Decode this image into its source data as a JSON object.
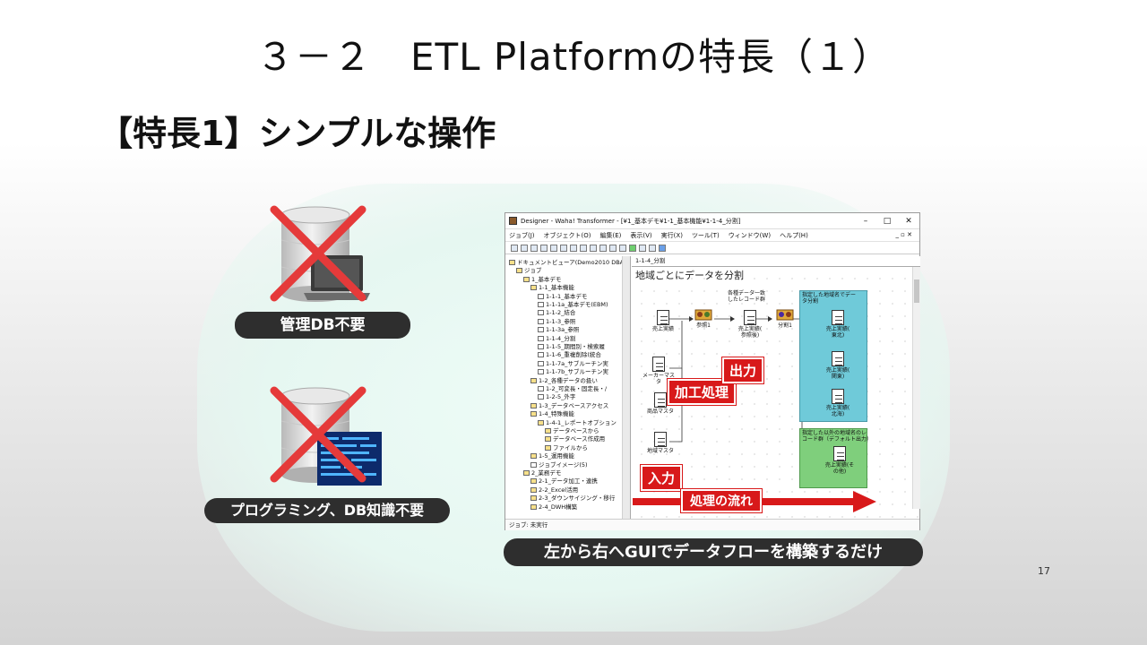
{
  "slide": {
    "title": "３－２　ETL Platformの特長（１）",
    "subtitle": "【特長1】シンプルな操作",
    "page_number": "17"
  },
  "features": [
    {
      "label": "管理DB不要"
    },
    {
      "label": "プログラミング、DB知識不要"
    }
  ],
  "screenshot_caption": "左から右へGUIでデータフローを構築するだけ",
  "app": {
    "window_title": "Designer - Waha! Transformer - [¥1_基本デモ¥1-1_基本機能¥1-1-4_分割]",
    "menu": [
      "ジョブ(J)",
      "オブジェクト(O)",
      "編集(E)",
      "表示(V)",
      "実行(X)",
      "ツール(T)",
      "ウィンドウ(W)",
      "ヘルプ(H)"
    ],
    "tree": [
      {
        "label": "ドキュメントビューア(Demo2010 DBA)",
        "level": 0,
        "type": "folder"
      },
      {
        "label": "ジョブ",
        "level": 1,
        "type": "folder"
      },
      {
        "label": "1_基本デモ",
        "level": 2,
        "type": "folder"
      },
      {
        "label": "1-1_基本機能",
        "level": 3,
        "type": "folder"
      },
      {
        "label": "1-1-1_基本デモ",
        "level": 4,
        "type": "doc"
      },
      {
        "label": "1-1-1a_基本デモ(EBM)",
        "level": 4,
        "type": "doc"
      },
      {
        "label": "1-1-2_結合",
        "level": 4,
        "type": "doc"
      },
      {
        "label": "1-1-3_参照",
        "level": 4,
        "type": "doc"
      },
      {
        "label": "1-1-3a_参照",
        "level": 4,
        "type": "doc"
      },
      {
        "label": "1-1-4_分割",
        "level": 4,
        "type": "doc"
      },
      {
        "label": "1-1-5_期間別・検索履",
        "level": 4,
        "type": "doc"
      },
      {
        "label": "1-1-6_重複削除(統合",
        "level": 4,
        "type": "doc"
      },
      {
        "label": "1-1-7a_サブルーチン実",
        "level": 4,
        "type": "doc"
      },
      {
        "label": "1-1-7b_サブルーチン実",
        "level": 4,
        "type": "doc"
      },
      {
        "label": "1-2_各種データの扱い",
        "level": 3,
        "type": "folder"
      },
      {
        "label": "1-2_可変長・固定長・/",
        "level": 4,
        "type": "doc"
      },
      {
        "label": "1-2-5_外字",
        "level": 4,
        "type": "doc"
      },
      {
        "label": "1-3_データベースアクセス",
        "level": 3,
        "type": "folder"
      },
      {
        "label": "1-4_特殊機能",
        "level": 3,
        "type": "folder"
      },
      {
        "label": "1-4-1_レポートオプション",
        "level": 4,
        "type": "folder"
      },
      {
        "label": "データベースから",
        "level": 5,
        "type": "folder"
      },
      {
        "label": "データベース作成用",
        "level": 5,
        "type": "folder"
      },
      {
        "label": "ファイルから",
        "level": 5,
        "type": "folder"
      },
      {
        "label": "1-5_運用機能",
        "level": 3,
        "type": "folder"
      },
      {
        "label": "ジョブイメージ(5)",
        "level": 3,
        "type": "doc"
      },
      {
        "label": "2_業務デモ",
        "level": 2,
        "type": "folder"
      },
      {
        "label": "2-1_データ加工・連携",
        "level": 3,
        "type": "folder"
      },
      {
        "label": "2-2_Excel活用",
        "level": 3,
        "type": "folder"
      },
      {
        "label": "2-3_ダウンサイジング・移行",
        "level": 3,
        "type": "folder"
      },
      {
        "label": "2-4_DWH構築",
        "level": 3,
        "type": "folder"
      }
    ],
    "canvas_tab": "1-1-4_分割",
    "canvas_heading": "地域ごとにデータを分割",
    "status": "ジョブ: 未実行",
    "nodes": {
      "src1": "売上実績",
      "src2": "メーカーマスタ",
      "src3": "商品マスタ",
      "src4": "地域マスタ",
      "ref": "参照1",
      "note_agg": "各種データ一致\nしたレコード群",
      "mid": "売上実績(\n参照後)",
      "split": "分割1",
      "cyan_title": "指定した地域名でデー\nタ分割",
      "out1": "売上実績(\n東北)",
      "out2": "売上実績(\n関東)",
      "out3": "売上実績(\n北海)",
      "green_title": "指定した以外の地域名のレ\nコード群（デフォルト出力）",
      "out4": "売上実績(そ\nの他)"
    },
    "callouts": {
      "input": "入力",
      "process": "加工処理",
      "output": "出力",
      "flow": "処理の流れ"
    }
  }
}
